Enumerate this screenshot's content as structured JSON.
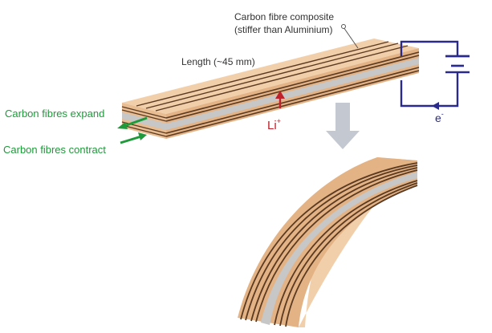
{
  "labels": {
    "composite_line1": "Carbon fibre composite",
    "composite_line2": "(stiffer than Aluminium)",
    "length": "Length (~45 mm)",
    "expand": "Carbon fibres expand",
    "contract": "Carbon fibres contract",
    "ion": "Li",
    "ion_charge": "+",
    "electron": "e",
    "electron_charge": "-"
  },
  "colors": {
    "laminate": "#e9bd92",
    "laminate_top": "#f2cfab",
    "fibre": "#5b3a22",
    "separator": "#c7c7c7",
    "circuit": "#2a2a8c",
    "green_label": "#1e9a3a",
    "green_arrow": "#1f9a3a",
    "ion": "#c0202a",
    "big_arrow": "#c4c8d0"
  }
}
